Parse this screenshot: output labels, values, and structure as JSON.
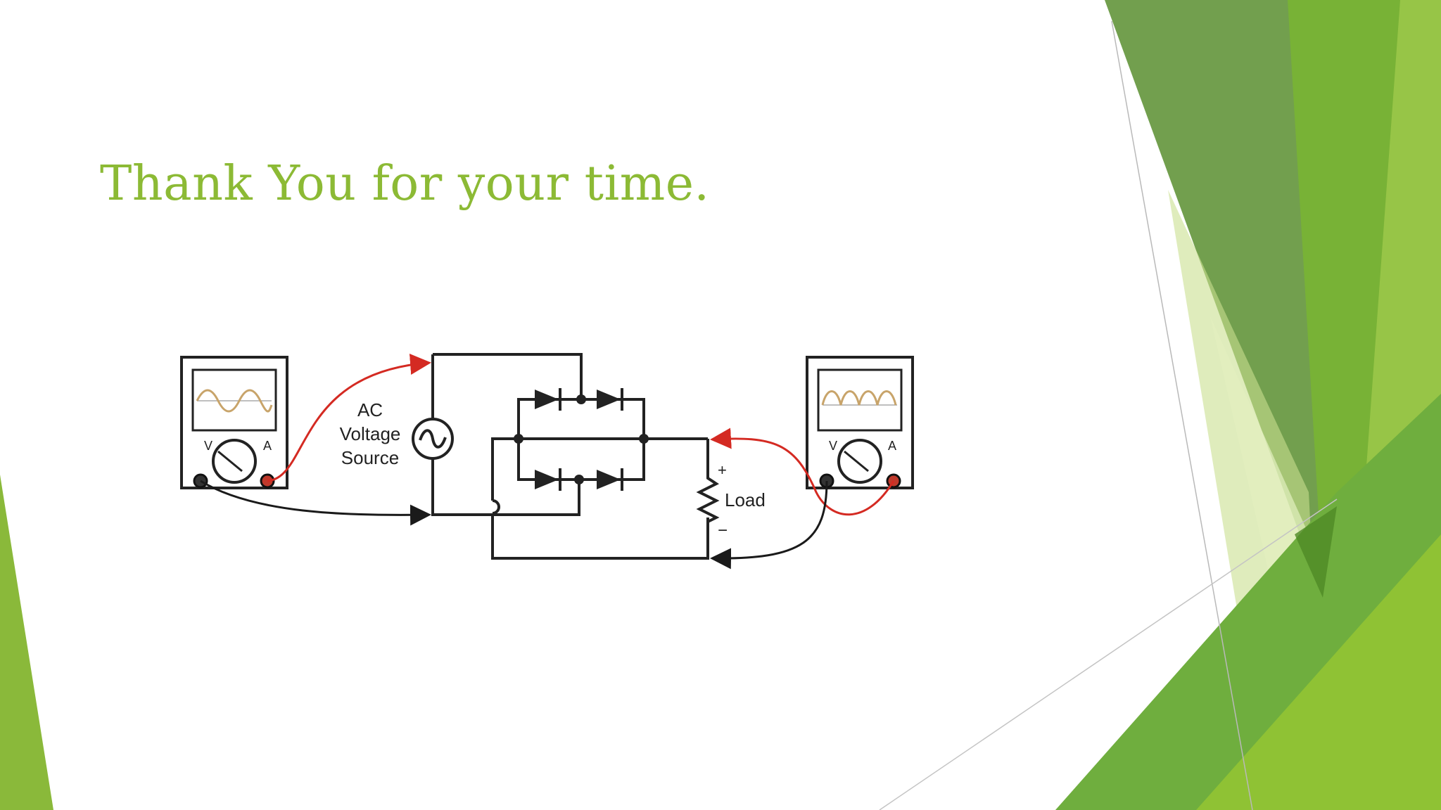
{
  "slide": {
    "title": "Thank You for your time."
  },
  "diagram": {
    "source_label_lines": [
      "AC",
      "Voltage",
      "Source"
    ],
    "load_label": "Load",
    "load_plus": "+",
    "load_minus": "−",
    "left_meter": {
      "volt_label": "V",
      "amp_label": "A"
    },
    "right_meter": {
      "volt_label": "V",
      "amp_label": "A"
    }
  },
  "colors": {
    "title": "#8cba35",
    "probe_red": "#d42a22",
    "probe_black": "#1a1a1a",
    "waveform": "#c8a46a",
    "green_dark": "#5f8f37",
    "green_mid": "#7eb540",
    "green_light": "#a7cf54"
  }
}
